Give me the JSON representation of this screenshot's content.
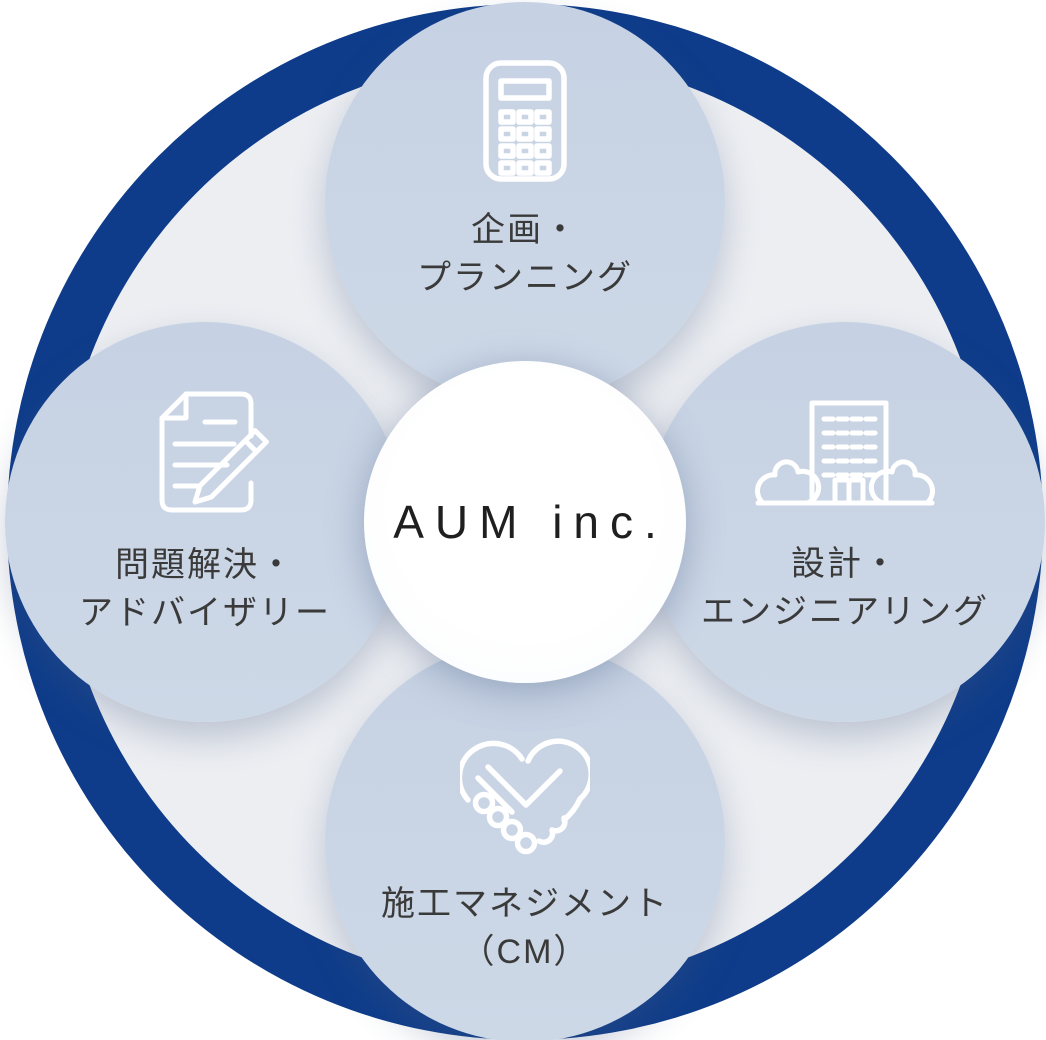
{
  "diagram_title": "AUM inc. services diagram",
  "center": {
    "label": "AUM inc."
  },
  "nodes": [
    {
      "id": "planning",
      "position": "top",
      "icon": "calculator-icon",
      "label": [
        "企画・",
        "プランニング"
      ]
    },
    {
      "id": "design-engineering",
      "position": "right",
      "icon": "building-icon",
      "label": [
        "設計・",
        "エンジニアリング"
      ]
    },
    {
      "id": "problem-solving-advisory",
      "position": "left",
      "icon": "document-pencil-icon",
      "label": [
        "問題解決・",
        "アドバイザリー"
      ]
    },
    {
      "id": "construction-management",
      "position": "bottom",
      "icon": "handshake-heart-icon",
      "label": [
        "施工マネジメント",
        "（CM）"
      ]
    }
  ],
  "colors": {
    "outer_ring_blue": "#0e3c8a",
    "inner_disc_gray": "#eceef2",
    "node_blue_gray": "#c9d4e4",
    "center_white": "#ffffff",
    "icon_white": "#ffffff",
    "label_text": "#3a3a3a",
    "brand_text": "#1f1f1f"
  }
}
